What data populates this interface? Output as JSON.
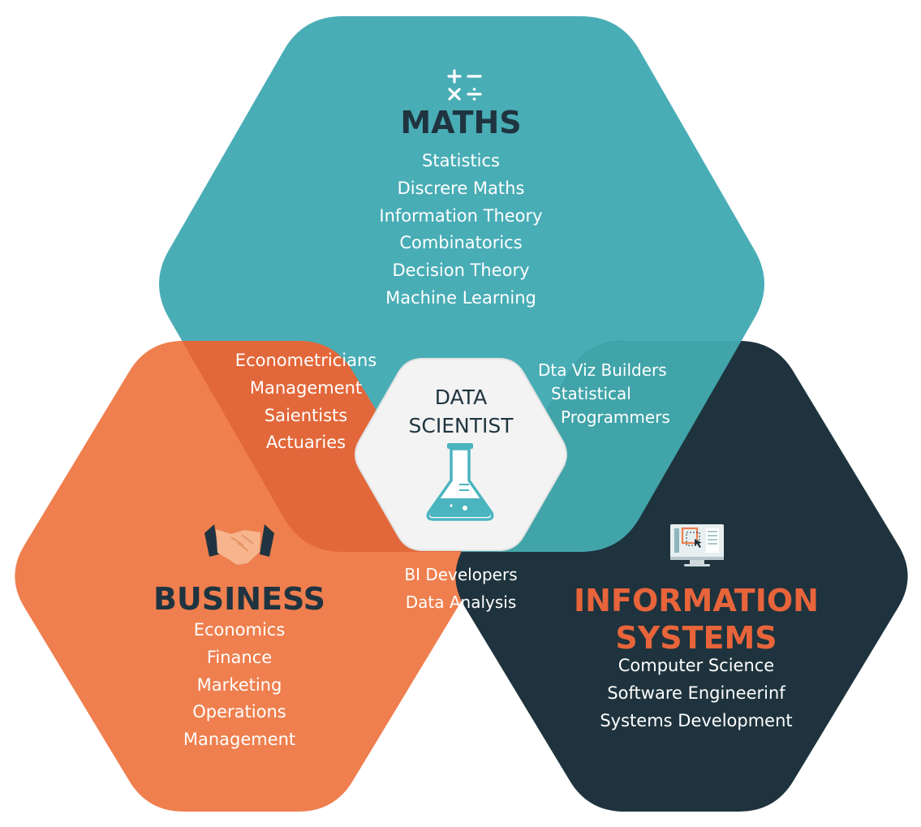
{
  "colors": {
    "maths": "#49adb6",
    "business": "#ef7f4e",
    "information_systems": "#1e333d",
    "business_maths_overlap": "#e2673a",
    "maths_is_overlap": "#41a4a9",
    "center": "#f3f3f3",
    "title_dark": "#1f3440",
    "title_orange": "#e8643a",
    "text": "#ffffff"
  },
  "maths": {
    "icon": "math-operators-icon",
    "title": "MATHS",
    "items": [
      "Statistics",
      "Discrere Maths",
      "Information Theory",
      "Combinatorics",
      "Decision Theory",
      "Machine Learning"
    ]
  },
  "business": {
    "icon": "handshake-icon",
    "title": "BUSINESS",
    "items": [
      "Economics",
      "Finance",
      "Marketing",
      "Operations",
      "Management"
    ]
  },
  "information_systems": {
    "icon": "computer-monitor-icon",
    "title_lines": [
      "INFORMATION",
      "SYSTEMS"
    ],
    "items": [
      "Computer Science",
      "Software Engineerinf",
      "Systems Development"
    ]
  },
  "overlaps": {
    "business_maths": [
      "Econometricians",
      "Management",
      "Saientists",
      "Actuaries"
    ],
    "maths_is": [
      "Dta Viz Builders",
      "Statistical",
      "Programmers"
    ],
    "business_is": [
      "BI Developers",
      "Data Analysis"
    ]
  },
  "center": {
    "icon": "flask-icon",
    "title_lines": [
      "DATA",
      "SCIENTIST"
    ]
  }
}
